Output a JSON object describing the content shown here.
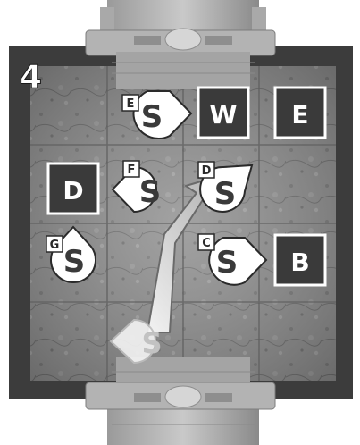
{
  "mission_number": "4",
  "colors": {
    "board_frame": "#3c3c3c",
    "board_floor": "#8f8f8f",
    "token_fill": "#ffffff",
    "token_stroke": "#2a2a2a",
    "tile_dark": "#3a3a3a",
    "label_fill": "#ffffff"
  },
  "tokens": [
    {
      "id": "E",
      "main": "S",
      "tag": "E",
      "pointer": "right"
    },
    {
      "id": "F",
      "main": "S",
      "tag": "F",
      "pointer": "left"
    },
    {
      "id": "D",
      "main": "S",
      "tag": "D",
      "pointer": "up-right"
    },
    {
      "id": "G",
      "main": "S",
      "tag": "G",
      "pointer": "up"
    },
    {
      "id": "C",
      "main": "S",
      "tag": "C",
      "pointer": "right"
    },
    {
      "id": "start",
      "main": "S",
      "tag": "",
      "pointer": "left"
    }
  ],
  "tiles": [
    {
      "id": "W",
      "label": "W"
    },
    {
      "id": "E",
      "label": "E"
    },
    {
      "id": "D",
      "label": "D"
    },
    {
      "id": "B",
      "label": "B"
    }
  ],
  "icons": {
    "top_dock": "docking-bay-icon",
    "bottom_dock": "docking-bay-icon",
    "move_arrow": "arrow-up-right-icon"
  }
}
